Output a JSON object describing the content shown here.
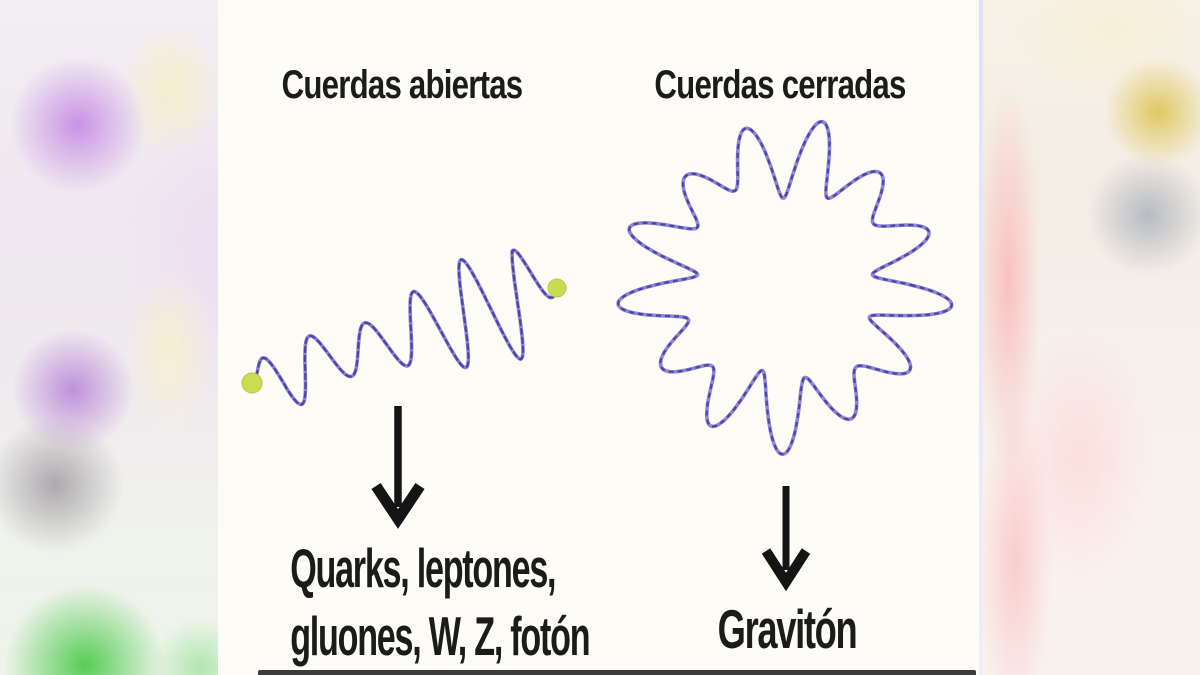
{
  "diagram": {
    "open_strings": {
      "title": "Cuerdas abiertas",
      "result_line1": "Quarks, leptones,",
      "result_line2": "gluones, W, Z, fotón"
    },
    "closed_strings": {
      "title": "Cuerdas cerradas",
      "result": "Gravitón"
    }
  },
  "colors": {
    "string_light": "#8d86d2",
    "string_dark": "#4b44ad",
    "endpoint_dot": "#cadd52",
    "endpoint_edge": "#b5ca3d",
    "arrow": "#141414",
    "text": "#1b1b1b",
    "panel_bg": "#fdfcf7",
    "bottom_bar": "#3c3c3c"
  }
}
